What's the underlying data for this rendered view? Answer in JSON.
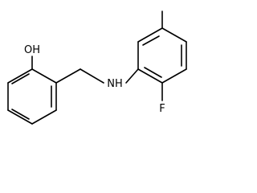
{
  "molecule": {
    "labels": {
      "hydroxyl": "OH",
      "amine": "NH",
      "fluorine": "F"
    },
    "colors": {
      "bond": "#000000",
      "background": "#ffffff"
    }
  }
}
